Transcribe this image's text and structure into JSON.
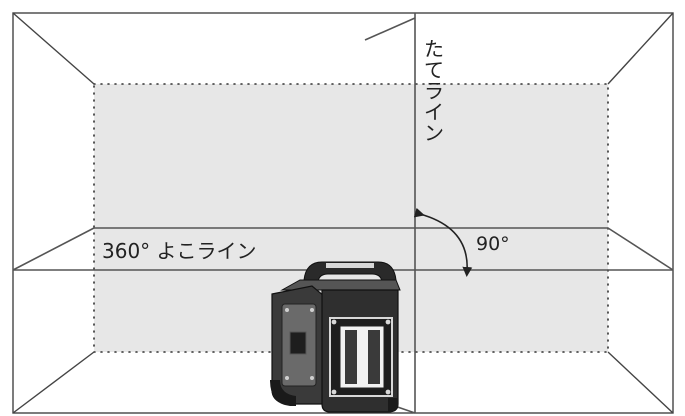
{
  "labels": {
    "vertical_line": "たてライン",
    "horizontal_line": "360° よこライン",
    "angle": "90°"
  },
  "colors": {
    "wall": "#e7e7e7",
    "line": "#444444",
    "device_body": "#3a3a3a",
    "device_dark": "#1e1e1e",
    "device_light": "#d8d8d8"
  }
}
